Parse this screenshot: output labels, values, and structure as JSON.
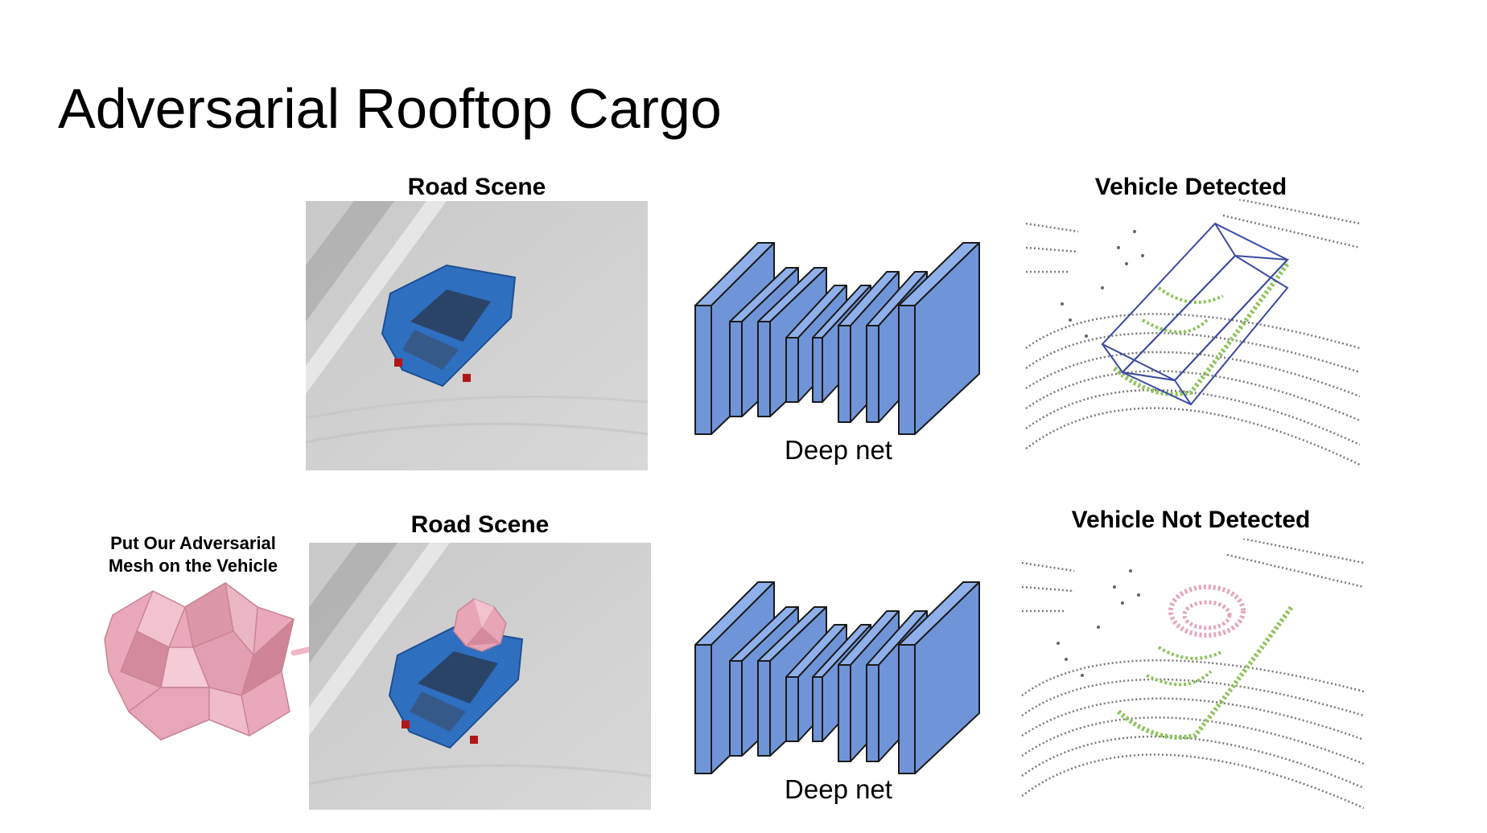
{
  "slide": {
    "title": "Adversarial Rooftop Cargo"
  },
  "top_row": {
    "scene_caption": "Road Scene",
    "net_label": "Deep net",
    "result_caption": "Vehicle Detected"
  },
  "bottom_row": {
    "mesh_note_line1": "Put Our Adversarial",
    "mesh_note_line2": "Mesh on the Vehicle",
    "scene_caption": "Road Scene",
    "net_label": "Deep net",
    "result_caption": "Vehicle Not Detected"
  },
  "colors": {
    "layer_fill": "#6f95d8",
    "layer_side": "#8fb0ea",
    "car_blue": "#2f6fc0",
    "mesh_pink": "#e9a9ba",
    "points_green": "#8dc45a",
    "points_gray": "#777777",
    "bbox_navy": "#3b4aa0"
  }
}
